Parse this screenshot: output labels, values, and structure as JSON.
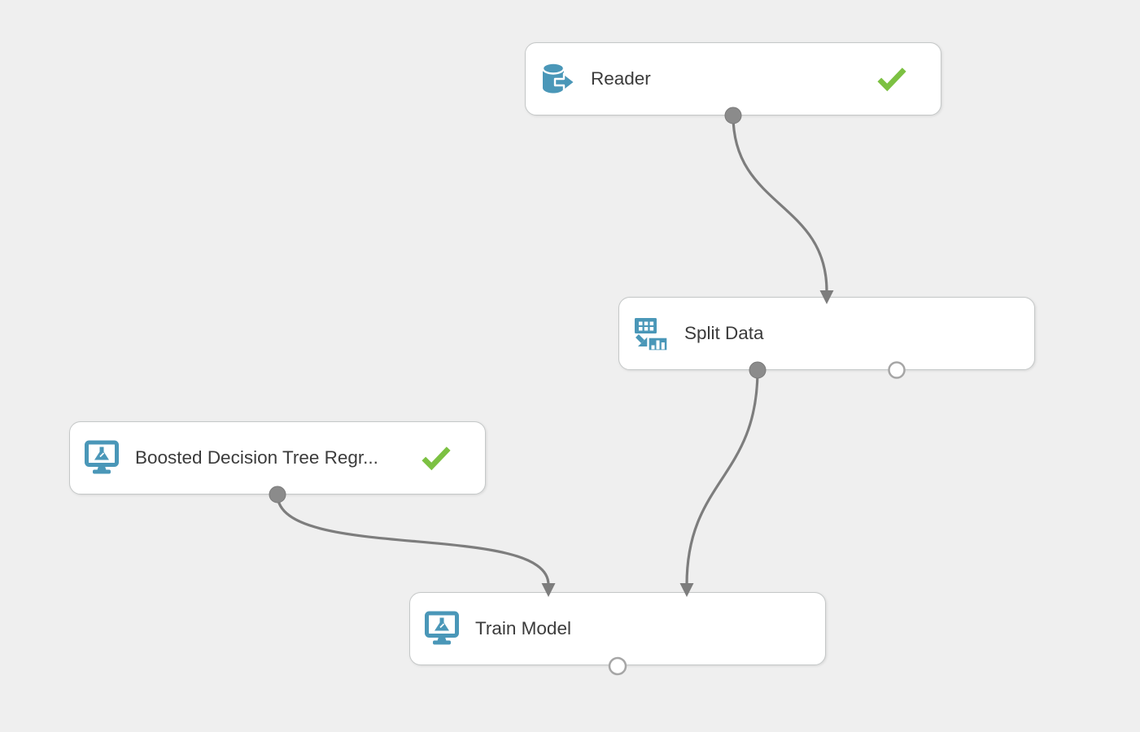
{
  "app": {
    "name": "machine-learning-experiment-canvas"
  },
  "colors": {
    "background": "#efefef",
    "node_fill": "#ffffff",
    "node_border": "#c5c8c8",
    "icon_blue": "#4a97b8",
    "check_green": "#7cc142",
    "edge_gray": "#7d7d7d",
    "port_filled": "#8b8b8b",
    "port_open_stroke": "#a6a6a6",
    "label_text": "#3b3b3b"
  },
  "nodes": [
    {
      "id": "reader",
      "label": "Reader",
      "icon": "database-export-icon",
      "completed": true,
      "ports": {
        "inputs": [],
        "outputs": [
          "connected"
        ]
      }
    },
    {
      "id": "split-data",
      "label": "Split Data",
      "icon": "split-table-icon",
      "completed": false,
      "ports": {
        "inputs": [
          "connected"
        ],
        "outputs": [
          "connected",
          "open"
        ]
      }
    },
    {
      "id": "boosted-decision-tree",
      "label": "Boosted Decision Tree Regr...",
      "icon": "model-experiment-icon",
      "completed": true,
      "ports": {
        "inputs": [],
        "outputs": [
          "connected"
        ]
      }
    },
    {
      "id": "train-model",
      "label": "Train Model",
      "icon": "model-experiment-icon",
      "completed": false,
      "ports": {
        "inputs": [
          "connected",
          "connected"
        ],
        "outputs": [
          "open"
        ]
      }
    }
  ],
  "edges": [
    {
      "from": "Reader",
      "to": "Split Data"
    },
    {
      "from": "Split Data",
      "to": "Train Model"
    },
    {
      "from": "Boosted Decision Tree Regr...",
      "to": "Train Model"
    }
  ]
}
